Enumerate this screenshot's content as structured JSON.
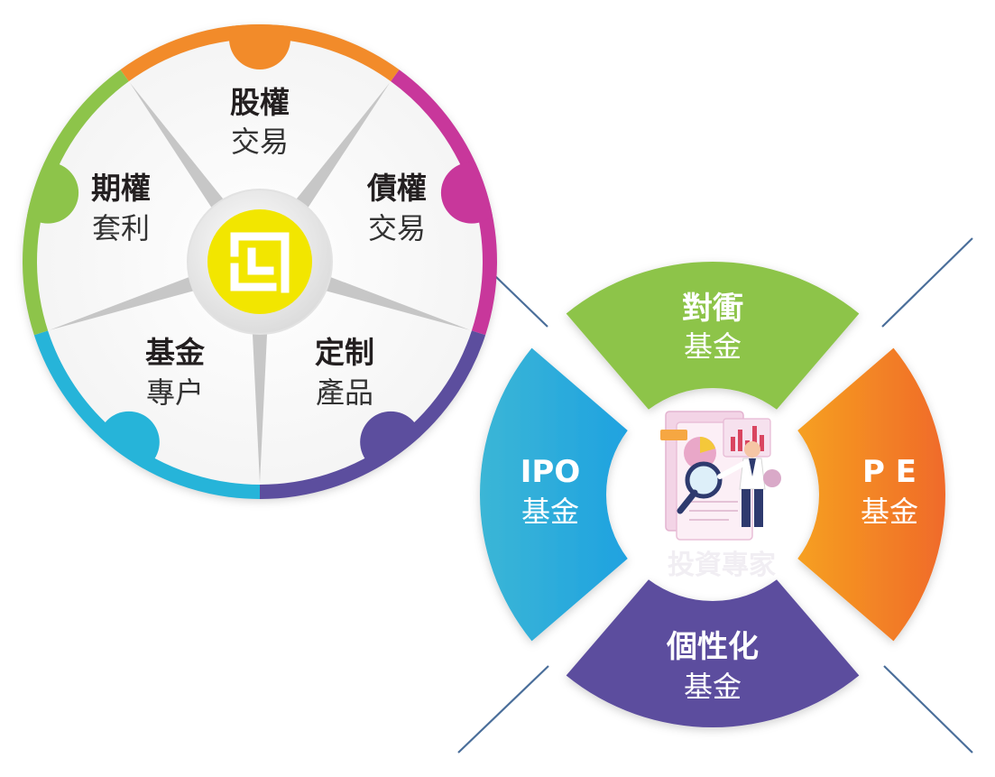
{
  "wheel": {
    "segments": [
      {
        "line1": "股權",
        "line2": "交易"
      },
      {
        "line1": "債權",
        "line2": "交易"
      },
      {
        "line1": "定制",
        "line2": "產品"
      },
      {
        "line1": "基金",
        "line2": "專户"
      },
      {
        "line1": "期權",
        "line2": "套利"
      }
    ],
    "ring_colors": [
      "#F28B2A",
      "#C8379B",
      "#5C4E9E",
      "#26B4D9",
      "#8DC44A"
    ]
  },
  "fund_ring": {
    "top": {
      "line1": "對衝",
      "line2": "基金",
      "color": "#8DC44A"
    },
    "right": {
      "line1": "P E",
      "line2": "基金",
      "color": "#F28B2A"
    },
    "bottom": {
      "line1": "個性化",
      "line2": "基金",
      "color": "#5C4E9E"
    },
    "left": {
      "line1": "IPO",
      "line2": "基金",
      "color": "#26B4D9"
    },
    "center_label": "投資專家"
  },
  "logo": {
    "color": "#F2E600"
  }
}
